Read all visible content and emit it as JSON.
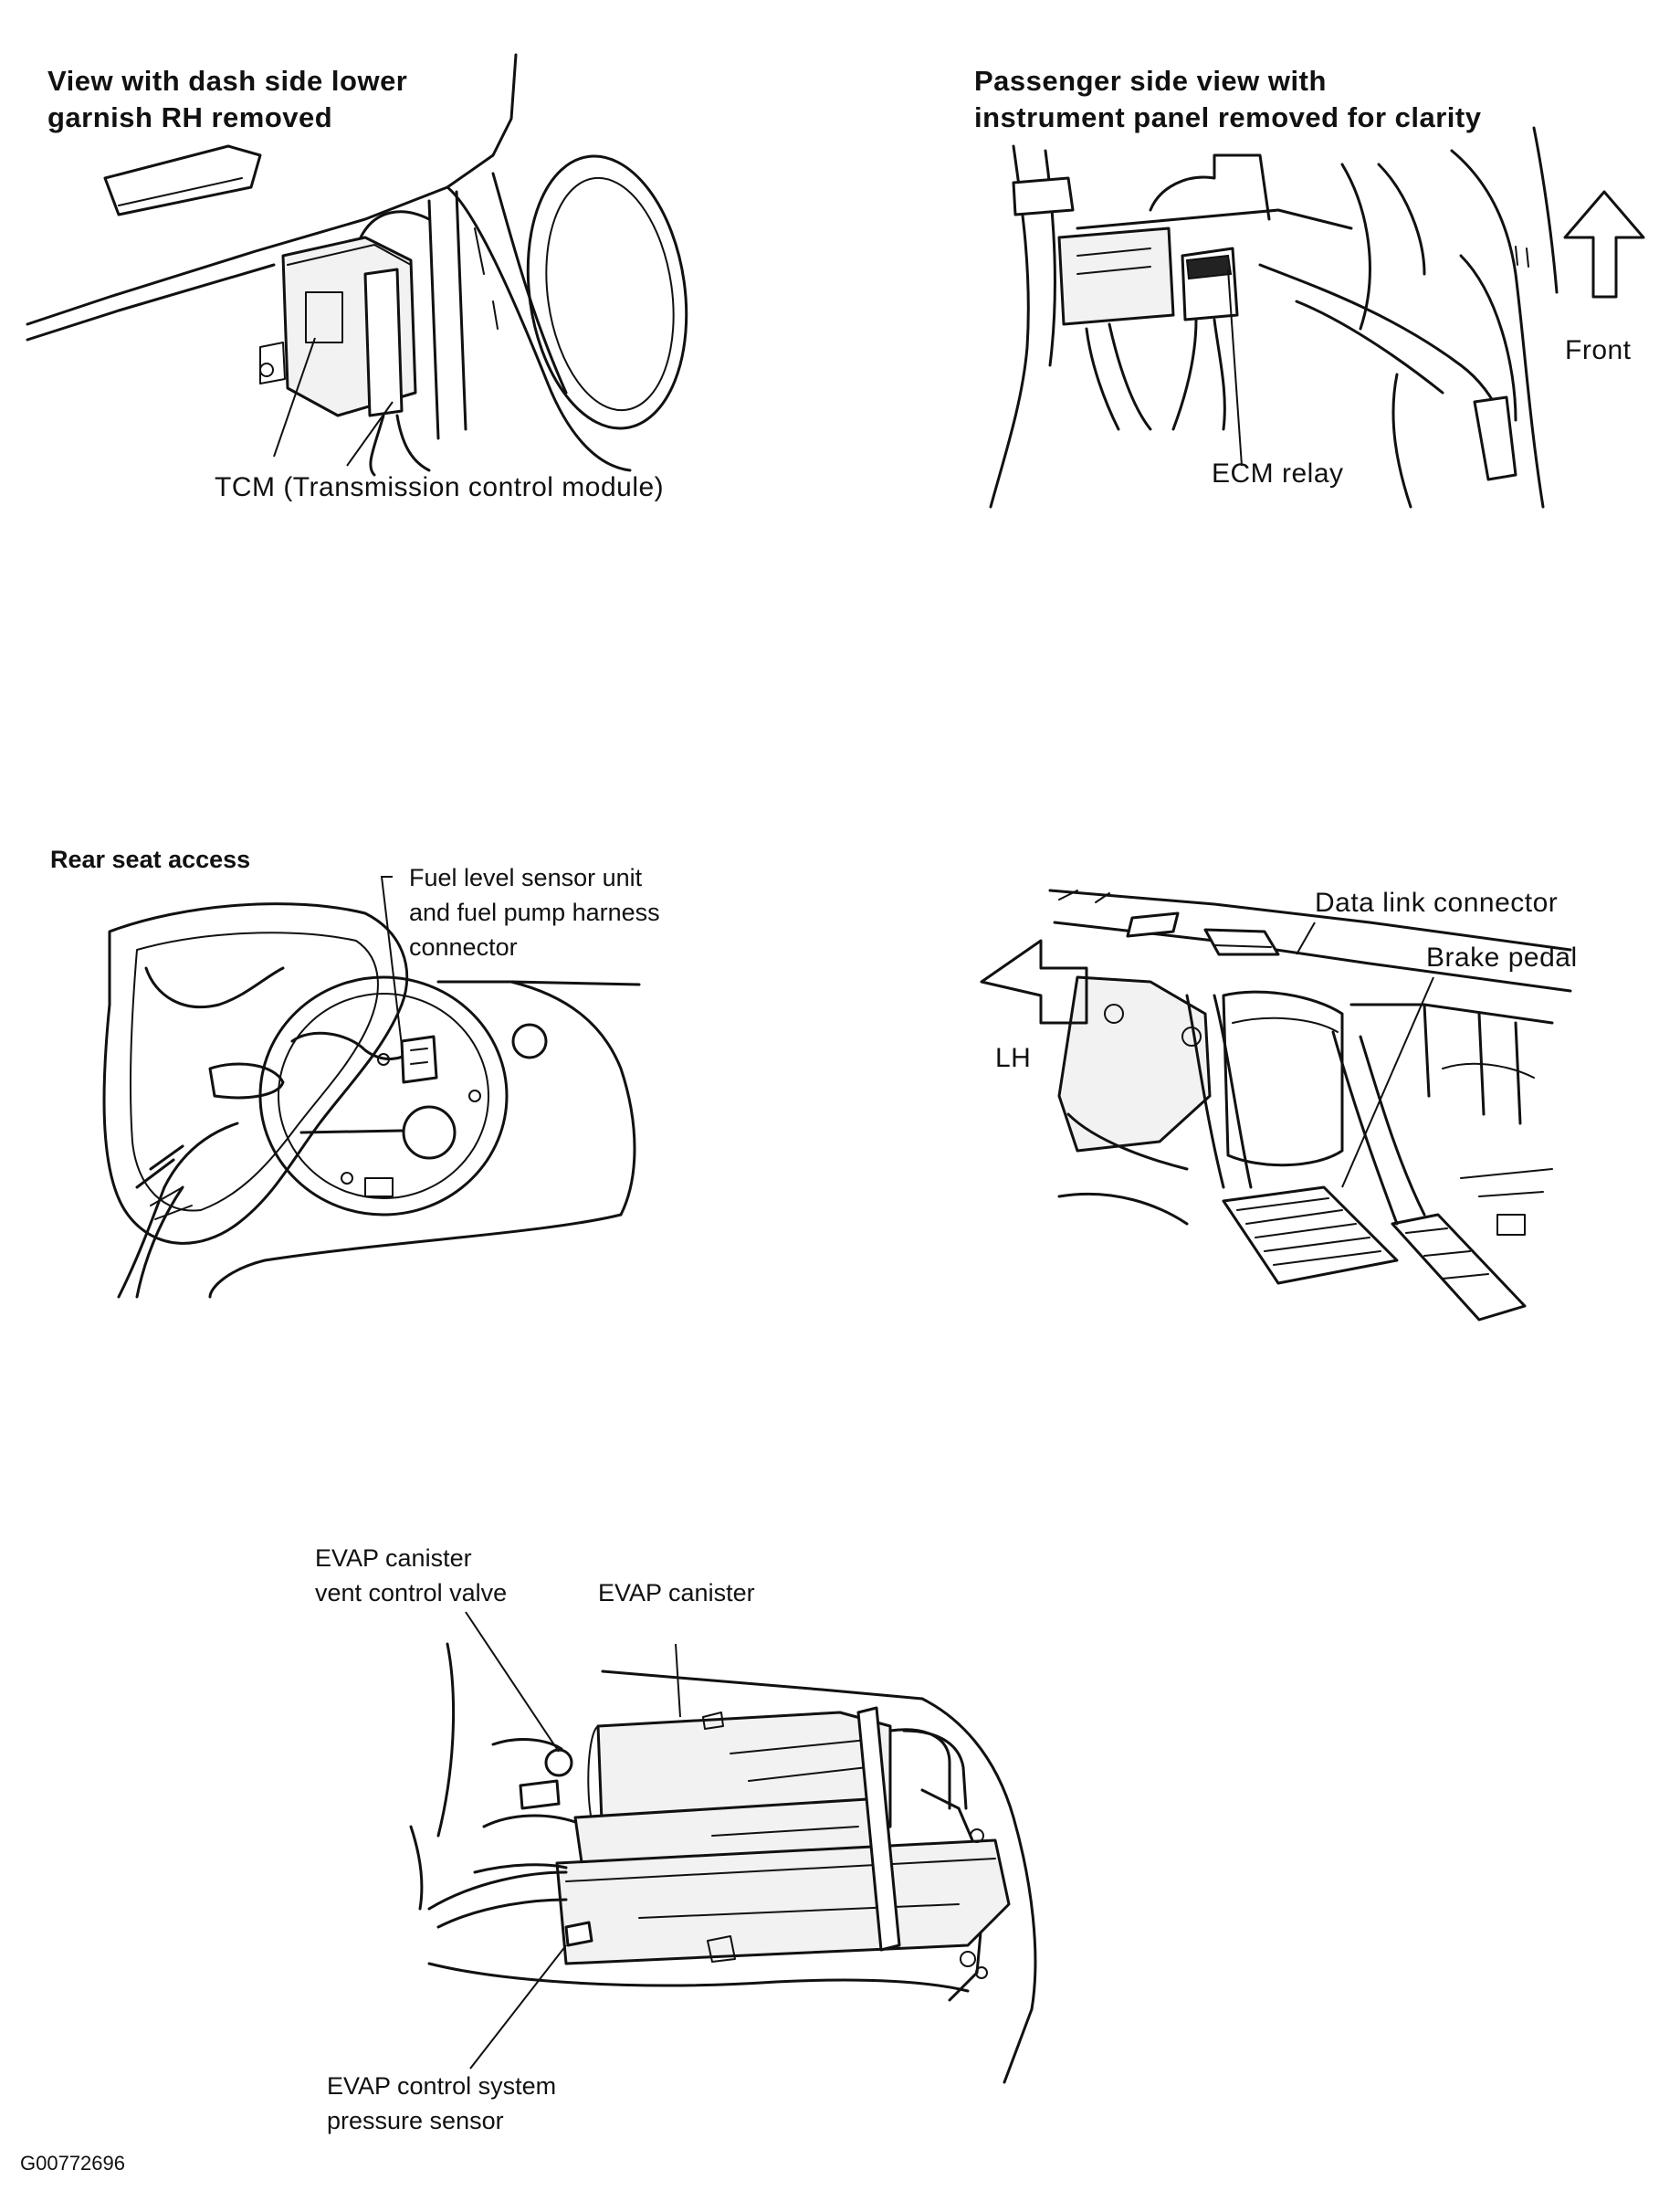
{
  "panels": {
    "tcm": {
      "title_line1": "View with dash side lower",
      "title_line2": "garnish RH removed",
      "callout": "TCM (Transmission control module)"
    },
    "ecm_relay": {
      "title_line1": "Passenger side view with",
      "title_line2": "instrument panel removed for clarity",
      "direction": "Front",
      "callout": "ECM relay"
    },
    "fuel_level": {
      "title": "Rear seat access",
      "callout_line1": "Fuel level sensor unit",
      "callout_line2": "and fuel pump harness",
      "callout_line3": "connector"
    },
    "data_link": {
      "callout_dlc": "Data link connector",
      "callout_brake": "Brake pedal",
      "direction": "LH"
    },
    "evap": {
      "callout_valve_line1": "EVAP canister",
      "callout_valve_line2": "vent control valve",
      "callout_canister": "EVAP canister",
      "callout_sensor_line1": "EVAP control system",
      "callout_sensor_line2": "pressure sensor"
    }
  },
  "figure_ref": "G00772696"
}
